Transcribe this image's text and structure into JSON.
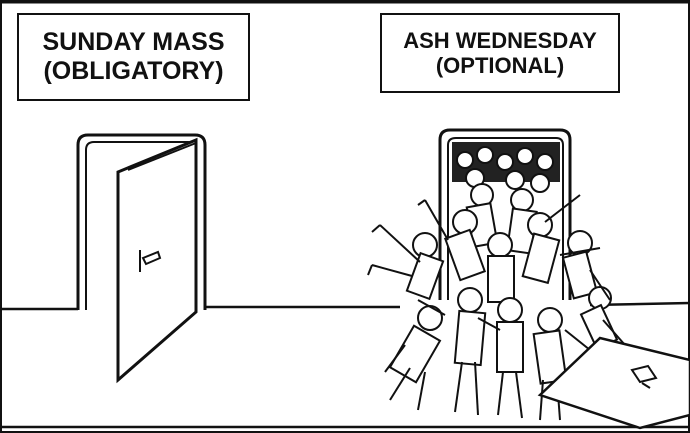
{
  "signs": {
    "left": {
      "line1": "SUNDAY MASS",
      "line2": "(OBLIGATORY)"
    },
    "right": {
      "line1": "ASH WEDNESDAY",
      "line2": "(OPTIONAL)"
    }
  },
  "colors": {
    "ink": "#111111",
    "paper": "#ffffff"
  }
}
